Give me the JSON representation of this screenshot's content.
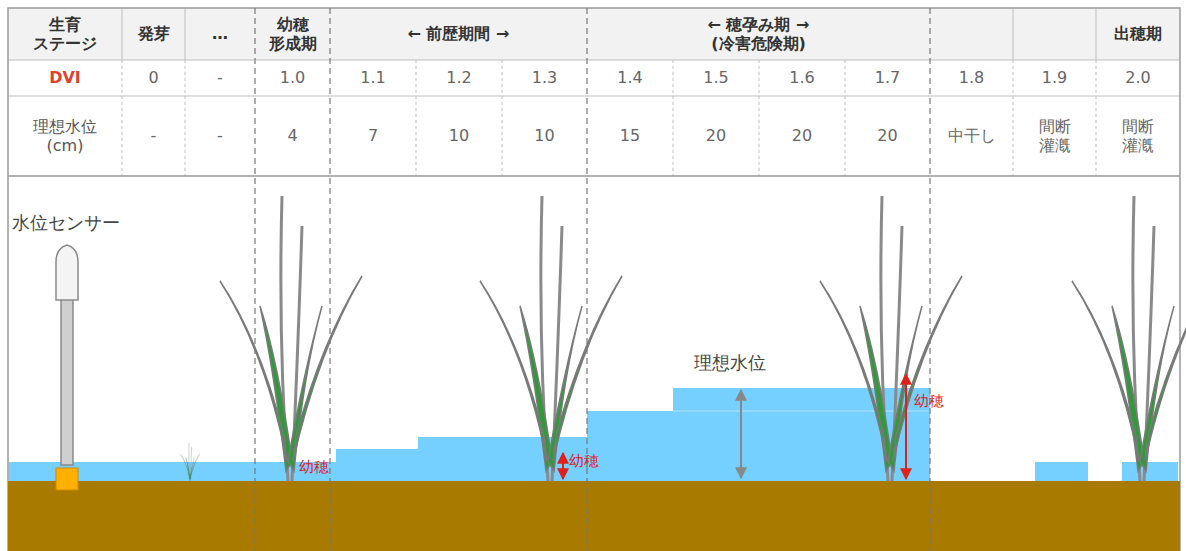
{
  "diagram": {
    "labels": [
      "生育 ステージ",
      "発芽",
      "…",
      "幼穂 形成期",
      "← 前歴期間 →",
      "← 穂孕み期 → (冷害危険期)",
      "出穂期",
      "DVI",
      "0",
      "-",
      "1.0",
      "1.1",
      "1.2",
      "1.3",
      "1.4",
      "1.5",
      "1.6",
      "1.7",
      "1.8",
      "1.9",
      "2.0",
      "理想水位 (cm)",
      "-",
      "-",
      "4",
      "7",
      "10",
      "10",
      "15",
      "20",
      "20",
      "20",
      "中干し",
      "間断 灌漑",
      "間断 灌漑",
      "水位センサー",
      "幼穂",
      "幼穂",
      "理想水位",
      "幼穂"
    ]
  }
}
